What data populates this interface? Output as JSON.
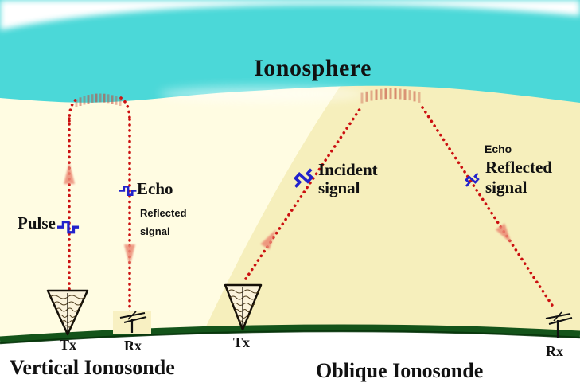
{
  "figure": {
    "ionosphere_label": "Ionosphere",
    "vertical": {
      "pulse_label": "Pulse",
      "echo_label": "Echo",
      "reflected_label_line1": "Reflected",
      "reflected_label_line2": "signal",
      "tx_label": "Tx",
      "rx_label": "Rx",
      "caption": "Vertical Ionosonde"
    },
    "oblique": {
      "incident_label_line1": "Incident",
      "incident_label_line2": "signal",
      "echo_label": "Echo",
      "reflected_label_line1": "Reflected",
      "reflected_label_line2": "signal",
      "tx_label": "Tx",
      "rx_label": "Rx",
      "caption": "Oblique Ionosonde"
    },
    "colors": {
      "ionosphere_band": "#4BD8D8",
      "sky_left": "#FFFCE2",
      "sky_right": "#F6EFBC",
      "earth_line": "#14541A",
      "signal_dot": "#CB1010",
      "arrow": "#EC8A74",
      "waveform": "#2222CC",
      "text": "#111111"
    }
  }
}
